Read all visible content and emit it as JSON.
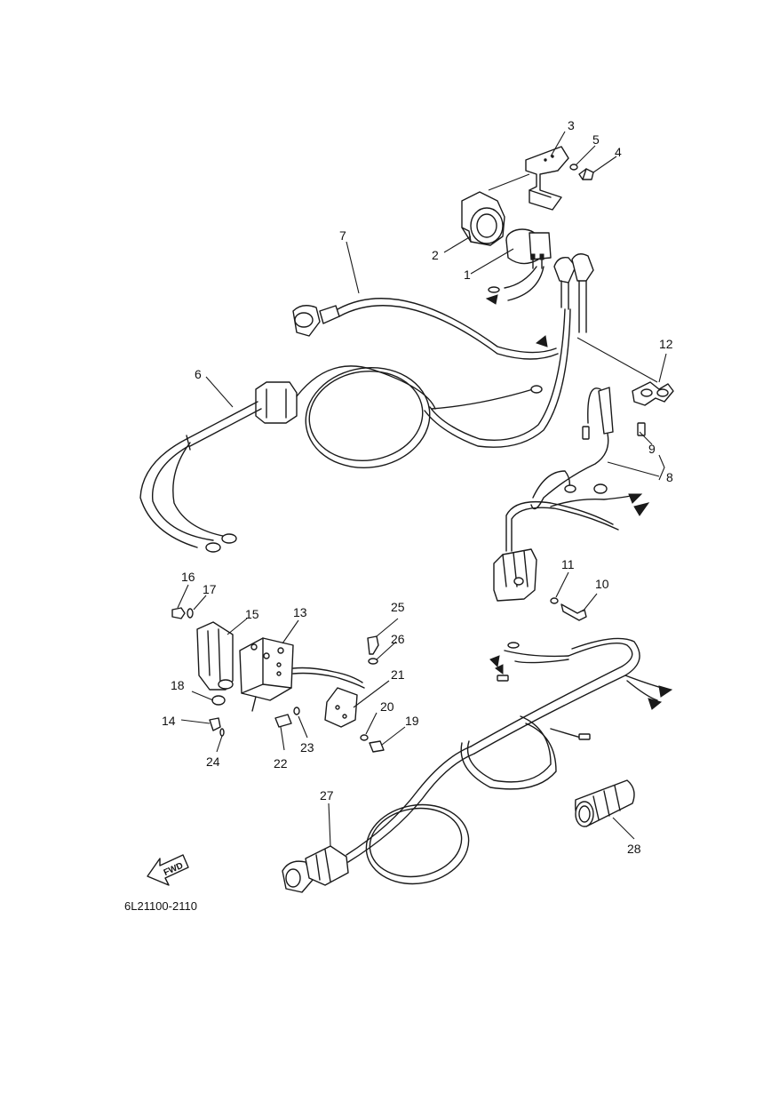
{
  "callouts": [
    "1",
    "2",
    "3",
    "4",
    "5",
    "6",
    "7",
    "8",
    "9",
    "10",
    "11",
    "12",
    "13",
    "14",
    "15",
    "16",
    "17",
    "18",
    "19",
    "20",
    "21",
    "22",
    "23",
    "24",
    "25",
    "26",
    "27",
    "28"
  ],
  "direction_label": "FWD",
  "diagram_code": "6L21100-2110"
}
